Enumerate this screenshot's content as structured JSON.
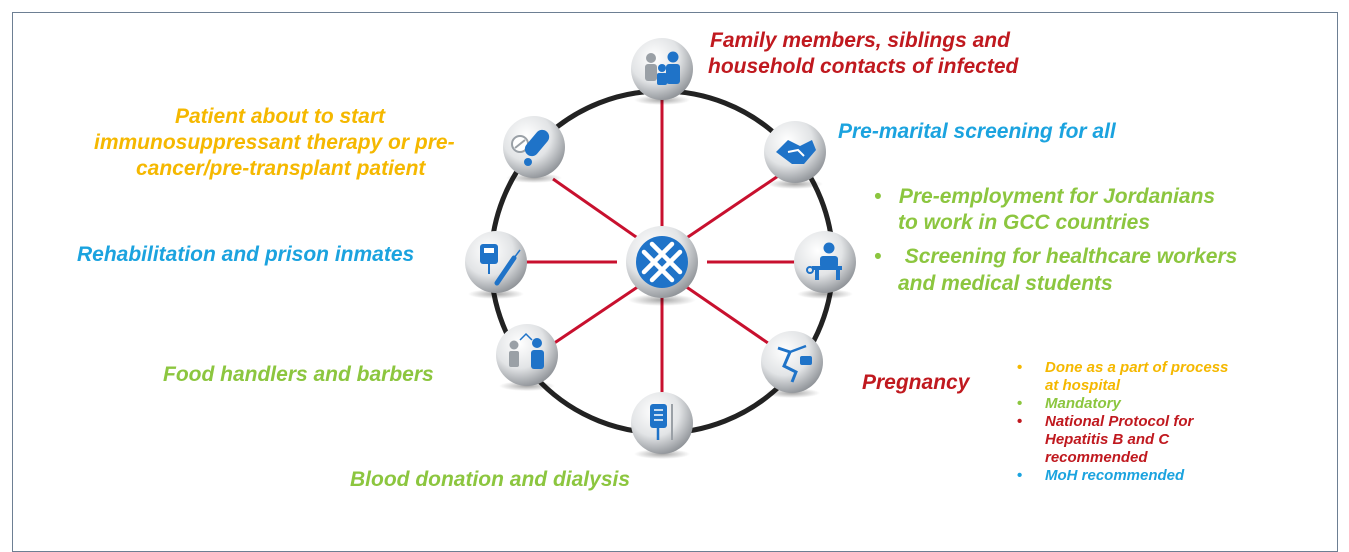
{
  "colors": {
    "red": "#c0191f",
    "orange": "#f5b800",
    "blue": "#1ba3df",
    "green": "#8cc63f",
    "ring": "#222222",
    "spoke": "#c8102e"
  },
  "center_icon": "hepatitis-logo-icon",
  "nodes": [
    {
      "icon": "family-icon",
      "label": "Family members, siblings and household contacts of infected",
      "color": "red"
    },
    {
      "icon": "handshake-icon",
      "label": "Pre-marital screening for all",
      "color": "blue"
    },
    {
      "icon": "doctor-desk-icon",
      "label": "Pre-employment for Jordanians to work in GCC countries / Screening for healthcare workers and medical students",
      "color": "green"
    },
    {
      "icon": "stork-baby-icon",
      "label": "Pregnancy",
      "color": "red"
    },
    {
      "icon": "iv-bag-icon",
      "label": "Blood donation and dialysis",
      "color": "green"
    },
    {
      "icon": "food-handler-icon",
      "label": "Food handlers and barbers",
      "color": "green"
    },
    {
      "icon": "syringe-icon",
      "label": "Rehabilitation and prison inmates",
      "color": "blue"
    },
    {
      "icon": "pills-icon",
      "label": "Patient about to start immunosuppressant therapy or pre-cancer/pre-transplant patient",
      "color": "orange"
    }
  ],
  "labels": {
    "family_l1": "Family members, siblings and",
    "family_l2": "household contacts of infected",
    "premarital": "Pre-marital screening for all",
    "employment_l1": "Pre-employment for Jordanians",
    "employment_l2": "to work in GCC countries",
    "health_l1": "Screening for healthcare workers",
    "health_l2": "and medical students",
    "pregnancy": "Pregnancy",
    "blood": "Blood donation and dialysis",
    "food": "Food handlers and barbers",
    "rehab": "Rehabilitation and prison inmates",
    "patient_l1": "Patient about to start",
    "patient_l2": "immunosuppressant therapy or pre-",
    "patient_l3": "cancer/pre-transplant patient"
  },
  "pregnancy_notes": [
    {
      "text_l1": "Done as a part of process",
      "text_l2": "at hospital",
      "color": "orange"
    },
    {
      "text_l1": "Mandatory",
      "color": "green"
    },
    {
      "text_l1": "National Protocol for",
      "text_l2": "Hepatitis B and C",
      "text_l3": "recommended",
      "color": "red"
    },
    {
      "text_l1": "MoH recommended",
      "color": "blue"
    }
  ]
}
